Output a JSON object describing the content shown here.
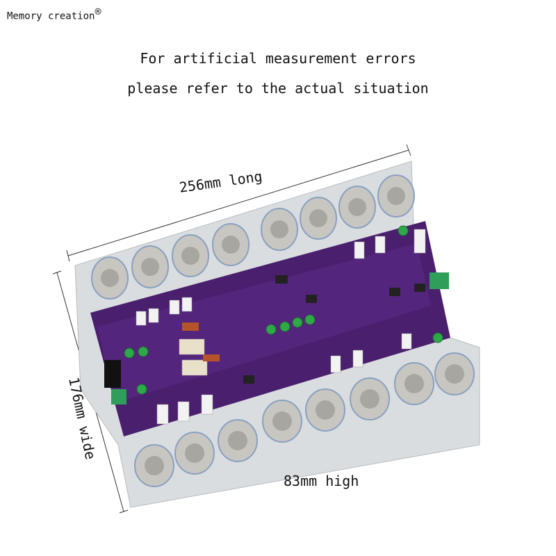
{
  "brand": {
    "name": "Memory creation",
    "mark": "®"
  },
  "notes": {
    "line1": "For artificial measurement errors",
    "line2": "please refer to the actual situation"
  },
  "dimensions": {
    "length": "256mm long",
    "width": "176mm wide",
    "height": "83mm high"
  },
  "colors": {
    "pcb": "#4a1f6e",
    "heatsink": "#d9dde0",
    "transistor": "#c8c6c0",
    "cap": "#2fa84a"
  }
}
